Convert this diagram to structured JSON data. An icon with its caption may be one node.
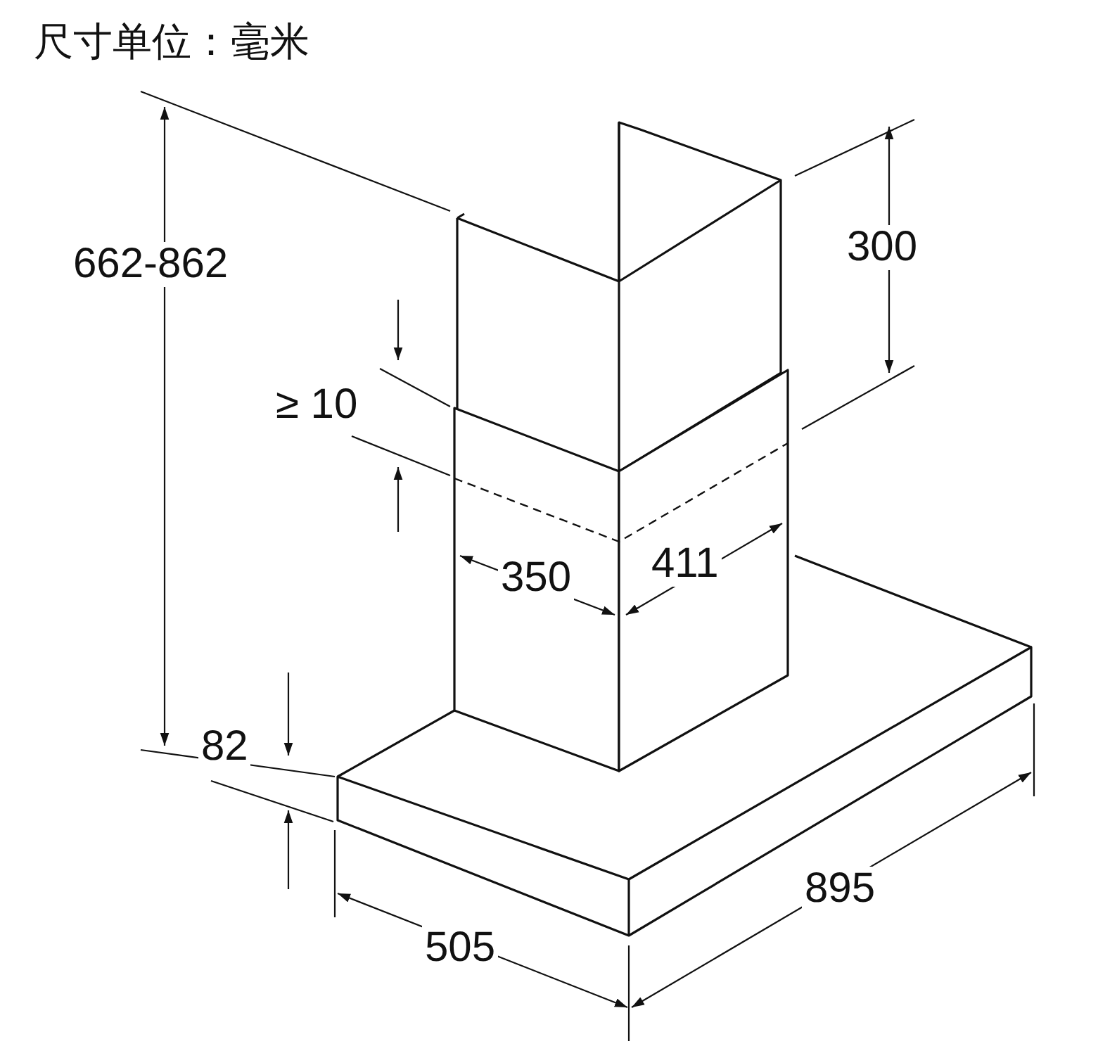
{
  "diagram": {
    "title": "尺寸单位：毫米",
    "labels": [
      "662-862",
      "300",
      "≥ 10",
      "350",
      "411",
      "82",
      "895",
      "505"
    ]
  }
}
